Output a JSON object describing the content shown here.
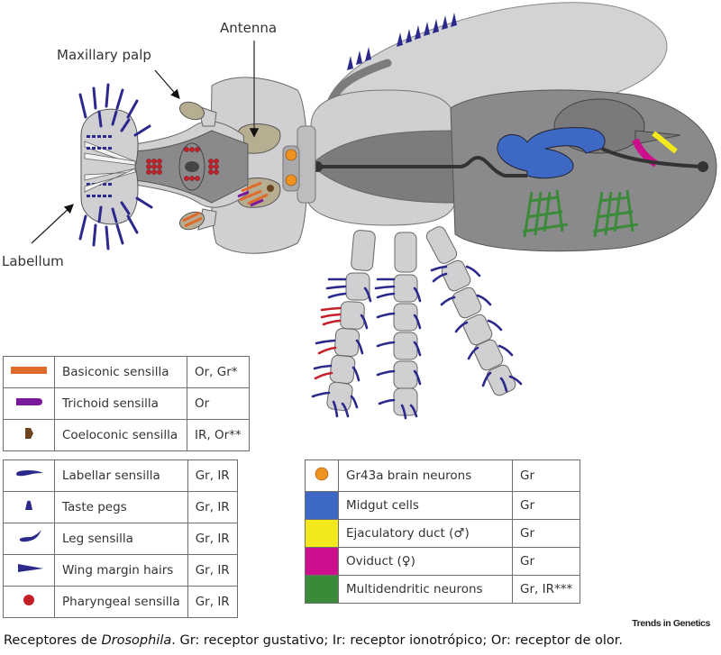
{
  "labels": {
    "antenna": "Antenna",
    "maxillary_palp": "Maxillary palp",
    "labellum": "Labellum"
  },
  "colors": {
    "body_light": "#d0d0d2",
    "body_mid": "#a9a9ab",
    "body_dark": "#7c7c7e",
    "outline": "#555555",
    "sensilla_blue": "#2b2a8c",
    "basiconic": "#e06a2c",
    "trichoid": "#7a1a9a",
    "coeloconic": "#6b4420",
    "pharyngeal": "#c42029",
    "gr43a": "#ee9320",
    "midgut": "#3d68c4",
    "ejaculatory": "#f2e81c",
    "oviduct": "#cc0f8c",
    "multidendritic": "#3b8a3a",
    "gut_line": "#333333",
    "palp_tan": "#b7ae92"
  },
  "legend_olfactory": [
    {
      "symbol": "basiconic-bar",
      "name": "Basiconic sensilla",
      "receptors": "Or, Gr*"
    },
    {
      "symbol": "trichoid-bar",
      "name": "Trichoid sensilla",
      "receptors": "Or"
    },
    {
      "symbol": "coeloconic-peg",
      "name": "Coeloconic sensilla",
      "receptors": "IR, Or**"
    }
  ],
  "legend_gustatory": [
    {
      "symbol": "labellar-hair",
      "name": "Labellar sensilla",
      "receptors": "Gr, IR"
    },
    {
      "symbol": "taste-peg",
      "name": "Taste pegs",
      "receptors": "Gr, IR"
    },
    {
      "symbol": "leg-hair",
      "name": "Leg sensilla",
      "receptors": "Gr, IR"
    },
    {
      "symbol": "wing-hair",
      "name": "Wing margin hairs",
      "receptors": "Gr, IR"
    },
    {
      "symbol": "pharyngeal-dot",
      "name": "Pharyngeal sensilla",
      "receptors": "Gr, IR"
    }
  ],
  "legend_internal": [
    {
      "symbol": "gr43a-dot",
      "name": "Gr43a brain neurons",
      "receptors": "Gr",
      "color": "#ee9320"
    },
    {
      "symbol": "midgut-swatch",
      "name": "Midgut cells",
      "receptors": "Gr",
      "color": "#3d68c4"
    },
    {
      "symbol": "ejaculatory-swatch",
      "name": "Ejaculatory duct (♂)",
      "receptors": "Gr",
      "color": "#f2e81c"
    },
    {
      "symbol": "oviduct-swatch",
      "name": "Oviduct (♀)",
      "receptors": "Gr",
      "color": "#cc0f8c"
    },
    {
      "symbol": "multidendritic-swatch",
      "name": "Multidendritic neurons",
      "receptors": "Gr, IR***",
      "color": "#3b8a3a"
    }
  ],
  "credit": "Trends in Genetics",
  "caption": {
    "prefix": "Receptores de ",
    "italic": "Drosophila",
    "suffix": ". Gr: receptor gustativo; Ir: receptor ionotrópico; Or: receptor de olor."
  }
}
